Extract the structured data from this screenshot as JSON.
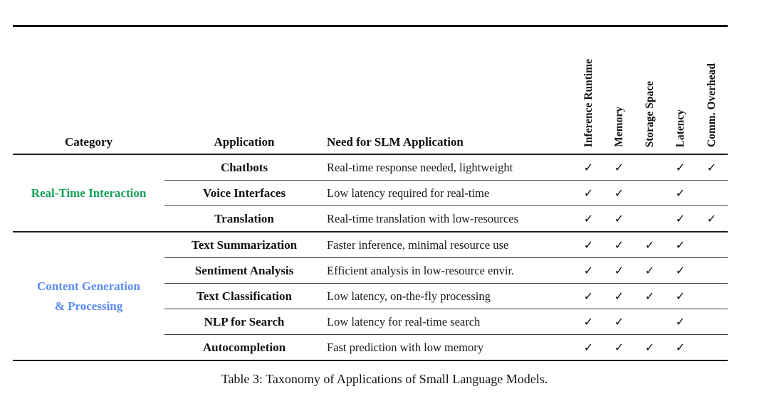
{
  "table": {
    "caption": "Table 3: Taxonomy of Applications of Small Language Models.",
    "columns": [
      "Category",
      "Application",
      "Need for SLM Application"
    ],
    "criteria": [
      "Inference Runtime",
      "Memory",
      "Storage Space",
      "Latency",
      "Comm. Overhead"
    ],
    "check_glyph": "✓",
    "groups": [
      {
        "category": "Real-Time Interaction",
        "category_lines": [
          "Real-Time Interaction"
        ],
        "color": "#18a15b",
        "rows": [
          {
            "application": "Chatbots",
            "need": "Real-time response needed, lightweight",
            "checks": [
              "✓",
              "✓",
              "",
              "✓",
              "✓"
            ]
          },
          {
            "application": "Voice Interfaces",
            "need": "Low latency required for real-time",
            "checks": [
              "✓",
              "✓",
              "",
              "✓",
              ""
            ]
          },
          {
            "application": "Translation",
            "need": "Real-time translation with low-resources",
            "checks": [
              "✓",
              "✓",
              "",
              "✓",
              "✓"
            ]
          }
        ]
      },
      {
        "category": "Content Generation & Processing",
        "category_lines": [
          "Content Generation",
          "& Processing"
        ],
        "color": "#5c8bf4",
        "rows": [
          {
            "application": "Text Summarization",
            "need": "Faster inference, minimal resource use",
            "checks": [
              "✓",
              "✓",
              "✓",
              "✓",
              ""
            ]
          },
          {
            "application": "Sentiment Analysis",
            "need": "Efficient analysis in low-resource envir.",
            "checks": [
              "✓",
              "✓",
              "✓",
              "✓",
              ""
            ]
          },
          {
            "application": "Text Classification",
            "need": "Low latency, on-the-fly processing",
            "checks": [
              "✓",
              "✓",
              "✓",
              "✓",
              ""
            ]
          },
          {
            "application": "NLP for Search",
            "need": "Low latency for real-time search",
            "checks": [
              "✓",
              "✓",
              "",
              "✓",
              ""
            ]
          },
          {
            "application": "Autocompletion",
            "need": "Fast prediction with low memory",
            "checks": [
              "✓",
              "✓",
              "✓",
              "✓",
              ""
            ]
          }
        ]
      }
    ]
  }
}
